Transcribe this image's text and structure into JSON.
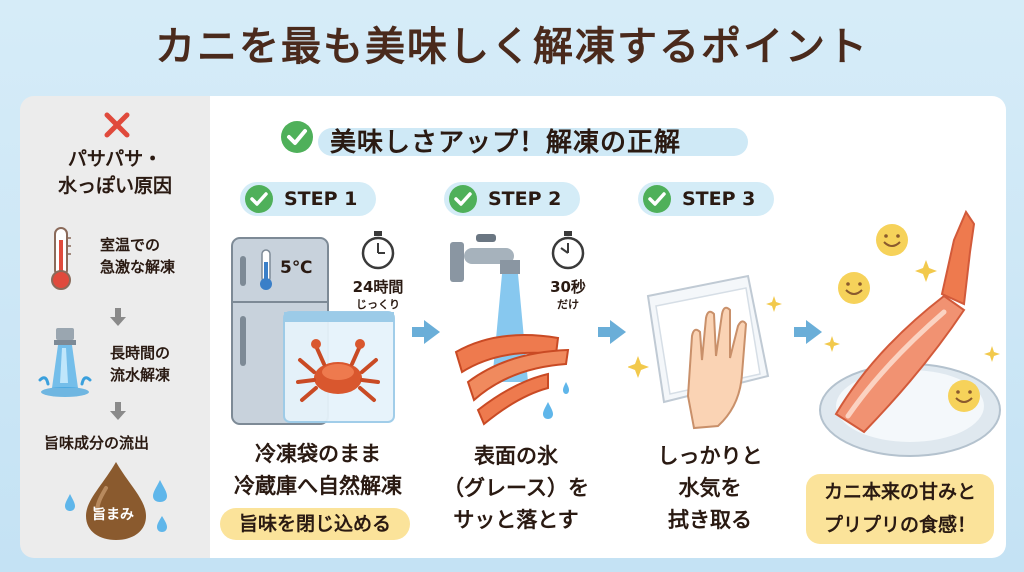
{
  "title": "カニを最も美味しく解凍するポイント",
  "bad": {
    "title_line1": "パサパサ・",
    "title_line2": "水っぽい原因",
    "causes": [
      {
        "line1": "室温での",
        "line2": "急激な解凍",
        "icon": "thermometer-icon"
      },
      {
        "line1": "長時間の",
        "line2": "流水解凍",
        "icon": "running-water-icon"
      },
      {
        "line1": "旨味成分の流出",
        "icon": "umami-drop-icon"
      }
    ],
    "umami_label": "旨まみ"
  },
  "good": {
    "header": "美味しさアップ！解凍の正解",
    "steps": [
      {
        "label": "STEP 1",
        "temp": "5℃",
        "time_main": "24時間",
        "time_sub": "じっくり",
        "caption_line1": "冷凍袋のまま",
        "caption_line2": "冷蔵庫へ自然解凍",
        "highlight": "旨味を閉じ込める"
      },
      {
        "label": "STEP 2",
        "time_main": "30秒",
        "time_sub": "だけ",
        "caption_line1": "表面の氷",
        "caption_line2": "（グレース）を",
        "caption_line3": "サッと落とす"
      },
      {
        "label": "STEP 3",
        "caption_line1": "しっかりと",
        "caption_line2": "水気を",
        "caption_line3": "拭き取る"
      }
    ],
    "result_line1": "カニ本来の甘みと",
    "result_line2": "プリプリの食感！"
  },
  "colors": {
    "accent_green": "#4fb05a",
    "bad_red": "#e04a3c",
    "highlight_yellow": "#fbe39a",
    "pill_blue": "#d4ecf7",
    "arrow_blue": "#6aaed8"
  }
}
